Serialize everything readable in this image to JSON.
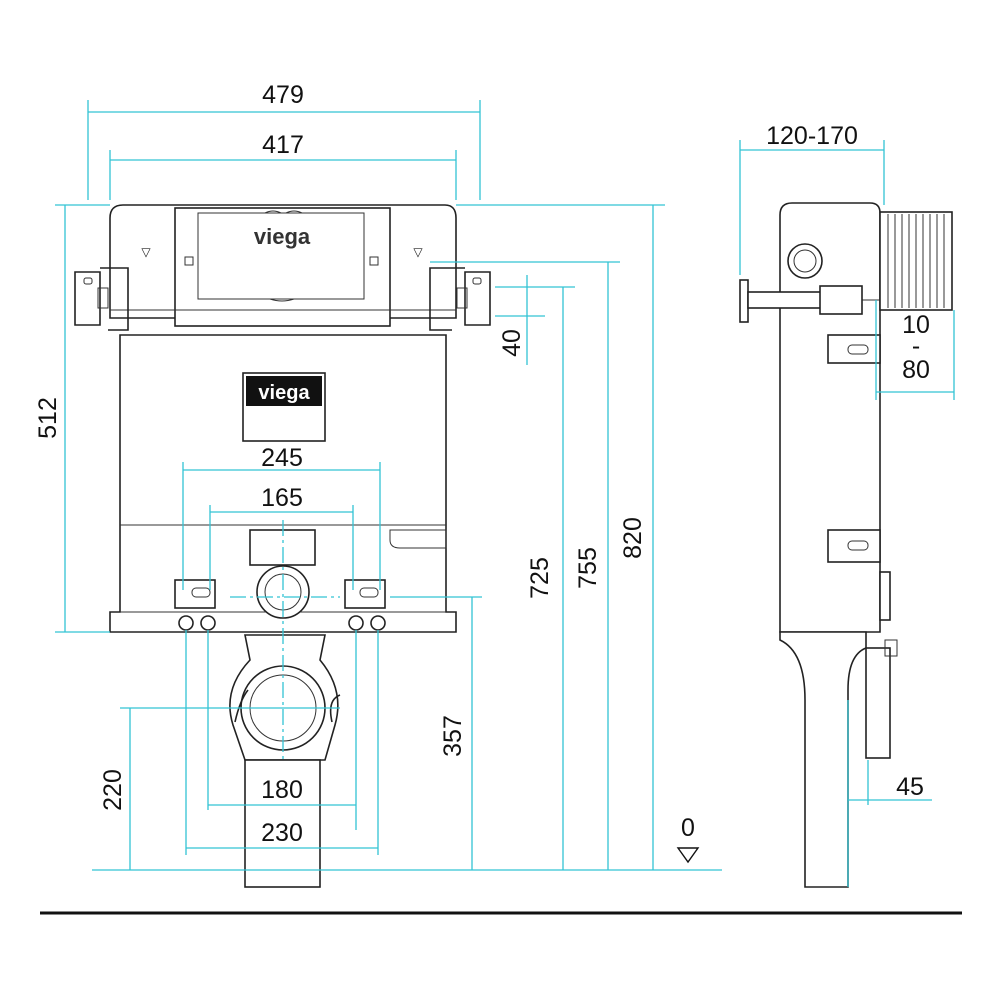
{
  "brand": "viega",
  "dimensions": {
    "width_outer": "479",
    "width_inner": "417",
    "height_frame": "512",
    "bracket_offset": "40",
    "height_725": "725",
    "height_755": "755",
    "height_820": "820",
    "height_357": "357",
    "height_220": "220",
    "spacing_245": "245",
    "spacing_165": "165",
    "spacing_180": "180",
    "spacing_230": "230",
    "depth_range": "120-170",
    "adjust_10": "10",
    "adjust_dash": "-",
    "adjust_80": "80",
    "offset_45": "45",
    "floor_level": "0"
  },
  "colors": {
    "dimension_line": "#33c4d4",
    "outline": "#222222",
    "floor_line": "#111111"
  }
}
